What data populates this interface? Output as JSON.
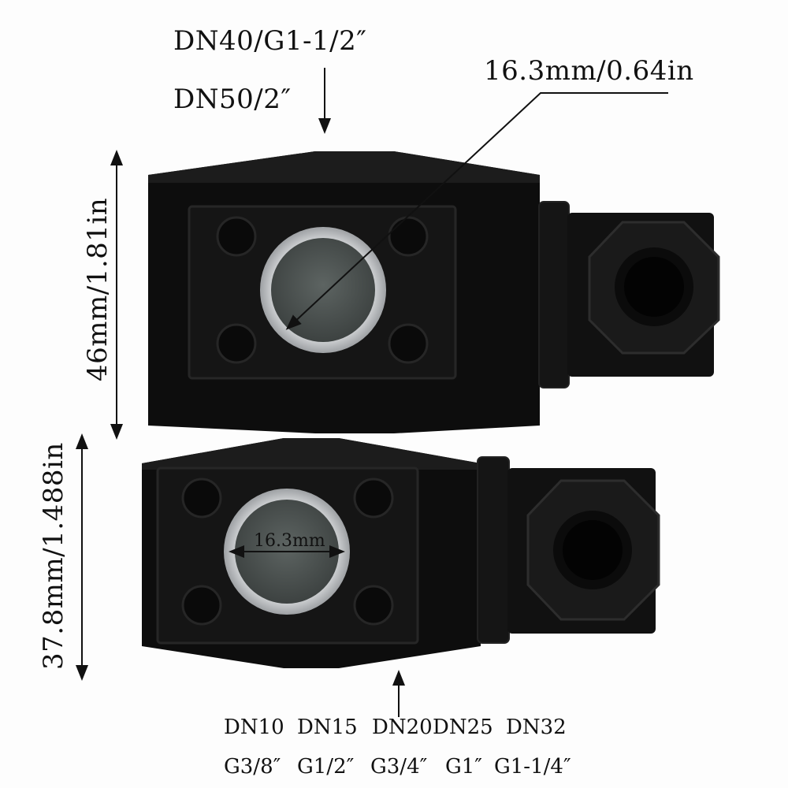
{
  "upper_coil": {
    "size_line_1": "DN40/G1-1/2″",
    "size_line_2": "DN50/2″",
    "bore_label": "16.3mm/0.64in",
    "height_label": "46mm/1.81in"
  },
  "lower_coil": {
    "bore_label": "16.3mm",
    "height_label": "37.8mm/1.488in",
    "dn_sizes": [
      "DN10",
      "DN15",
      "DN20",
      "DN25",
      "DN32"
    ],
    "thread_sizes": [
      "G3/8″",
      "G1/2″",
      "G3/4″",
      "G1″",
      "G1-1/4″"
    ]
  },
  "colors": {
    "background": "#fdfdfd",
    "coil_body": "#0c0c0c",
    "coil_face": "#141414",
    "bore_ring": "#b9bcc0",
    "bore_glass": "#4c5250",
    "annotation": "#111111"
  }
}
